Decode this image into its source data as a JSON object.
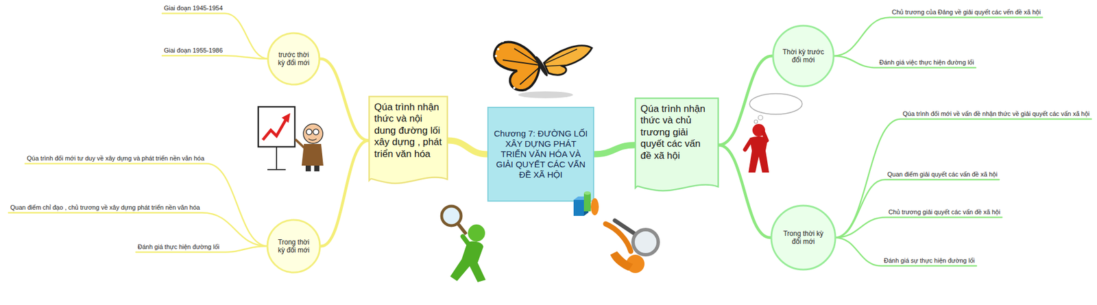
{
  "diagram": {
    "nodes": [
      {
        "text": [
          "Chương 7: ĐƯỜNG LỐI XÂY DỰNG PHÁT TRIỂN VĂN HÓA VÀ GIẢI QUYẾT CÁC VẤN ĐỀ XÃ HỘI"
        ]
      },
      {
        "text": [
          "Qúa trình nhận thức và nội dung đường lối xây dựng , phát triển văn hóa"
        ]
      },
      {
        "text": [
          "trước thời kỳ đổi mới"
        ]
      },
      {
        "text": [
          "Trong thời kỳ đổi mới"
        ]
      },
      {
        "text": [
          "Qúa trình nhận thức và chủ trương giải quyết các vấn đề xã hội"
        ]
      },
      {
        "text": [
          "Thời kỳ trước đổi mới"
        ]
      },
      {
        "text": [
          "Trong thời kỳ đổi mới"
        ]
      }
    ],
    "edges": [
      {
        "from": 0,
        "to": 1,
        "arrow": "none"
      },
      {
        "from": 1,
        "to": 2,
        "arrow": "none"
      },
      {
        "from": 1,
        "to": 3,
        "arrow": "none"
      },
      {
        "from": 0,
        "to": 4,
        "arrow": "none"
      },
      {
        "from": 4,
        "to": 5,
        "arrow": "none"
      },
      {
        "from": 4,
        "to": 6,
        "arrow": "none"
      }
    ],
    "labels": [
      "Giai đoạn 1945-1954",
      "Giai đoạn 1955-1986",
      "Qúa trình đổi mới tư duy về xây dựng và phát triển nền văn hóa",
      "Quan điểm chỉ đạo , chủ trương về xây dựng phát triển nền văn hóa",
      "Đánh giá thực hiện đường lối",
      "Chủ trương của Đảng về giải quyết các vến đề xã hội",
      "Đánh giá việc thực hiện đường lối",
      "Qúa trình đổi mới về vấn đề nhận thức về giải quyết các vấn xã hội",
      "Quan điểm giải quyết các vấn đề xã hội",
      "Chủ trương giải quyết các vấn đề xã hội",
      "Đánh giá sự thực hiện đường lối"
    ]
  }
}
